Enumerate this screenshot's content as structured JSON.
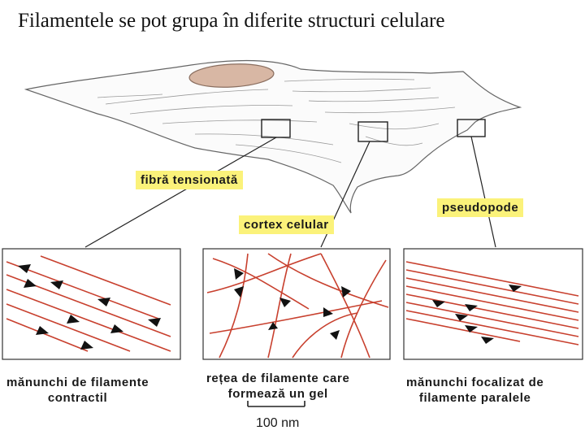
{
  "title": "Filamentele se pot grupa în diferite structuri celulare",
  "labels": {
    "stress_fiber": "fibră tensionată",
    "cell_cortex": "cortex celular",
    "pseudopod": "pseudopode"
  },
  "captions": {
    "contractile_line1": "mănunchi de filamente",
    "contractile_line2": "contractil",
    "gel_line1": "rețea de filamente care",
    "gel_line2": "formează un gel",
    "parallel_line1": "mănunchi focalizat de",
    "parallel_line2": "filamente paralele"
  },
  "scale_bar": {
    "label": "100 nm"
  },
  "colors": {
    "filament": "#c8402e",
    "highlight": "#fbf27a",
    "nucleus": "#d8b7a4"
  }
}
